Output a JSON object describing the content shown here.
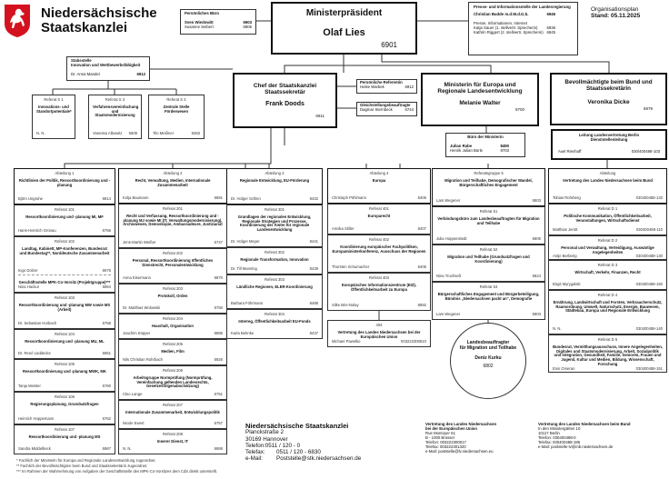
{
  "header": {
    "logo_line1": "Niedersächsische",
    "logo_line2": "Staatskanzlei",
    "plan_label": "Organisationsplan",
    "plan_date": "Stand: 05.11.2025"
  },
  "persoenliches_buero": {
    "title": "Persönliches Büro",
    "people": [
      {
        "name": "Sven Wiedowitt",
        "phone": "6903"
      },
      {
        "name": "Susanne Seibert",
        "phone": "6905"
      }
    ]
  },
  "mp": {
    "title": "Ministerpräsident",
    "name": "Olaf Lies",
    "phone": "6901"
  },
  "presse": {
    "title": "Presse- und Informationsstelle der Landesregierung",
    "head": "Christian Budde m.d.W.d.G.b.",
    "head_phone": "6946",
    "sub": "Presse, Informationen, Internet",
    "people": [
      {
        "name": "Katja Sauer (1. stellvertr. Sprecherin)",
        "phone": "6936"
      },
      {
        "name": "Kathrin Riggert (2. stellvertr. Sprecherin)",
        "phone": "6945"
      }
    ]
  },
  "stabsstelle": {
    "label": "Stabsstelle",
    "title": "Innovation und Wettbewerbsfähigkeit",
    "name": "Dr. Anna Mandel",
    "phone": "6912"
  },
  "stab_refs": [
    {
      "label": "Referat S 1",
      "title": "Innovations- und Standortpotentiale*",
      "name": "N. N.",
      "phone": ""
    },
    {
      "label": "Referat S 3",
      "title": "Verfahrensvereinfachung und Staatsmodernisierung",
      "name": "Vanessa Albowitz",
      "phone": "5608"
    },
    {
      "label": "Referat S 4",
      "title": "Zentrale Stelle Förderwesen",
      "name": "Tilo Meißner",
      "phone": "8483"
    }
  ],
  "chef": {
    "title1": "Chef der Staatskanzlei",
    "title2": "Staatssekretär",
    "name": "Frank Doods",
    "phone": "6911"
  },
  "referentin": {
    "title": "Persönliche Referentin",
    "name": "Heike Warbek",
    "phone": "6912"
  },
  "gleichstellung": {
    "title": "Gleichstellungsbeauftragte",
    "name": "Dagmar Sternbeck",
    "phone": "6744"
  },
  "ministerin": {
    "title1": "Ministerin für Europa und",
    "title2": "Regionale Landesentwicklung",
    "name": "Melanie Walter",
    "phone": "9700"
  },
  "buero_ministerin": {
    "title": "Büro der Ministerin",
    "people": [
      {
        "name": "Julian Rabe",
        "phone": "8490"
      },
      {
        "name": "Henrik Julian Bürle",
        "phone": "9703"
      }
    ]
  },
  "bevollmaechtigte": {
    "title1": "Bevollmächtigte beim Bund und",
    "title2": "Staatssekretärin",
    "name": "Veronika Dicke",
    "phone": "6979"
  },
  "leitung_berlin": {
    "title1": "Leitung Landesvertretung Berlin",
    "title2": "Dienststellenleitung",
    "name": "Axel Rienhoff",
    "phone": "030/400488-103"
  },
  "columns": [
    [
      {
        "label": "Abteilung 1",
        "title": "Richtlinien der Politik, Ressortkoordinierung und -planung",
        "name": "Björn Ungruhe",
        "phone": "6814"
      },
      {
        "label": "Referat 101",
        "title": "Ressortkoordinierung und -planung MI, MF",
        "name": "Hans-Heinrich Gronau",
        "phone": "6756"
      },
      {
        "label": "Referat 102",
        "title": "Landtag, Kabinett, MP-Konferenzen, Bundesrat und Bundestag**, Norddeutsche Zusammenarbeit",
        "name": "Ingo Dolzer",
        "phone": "6975",
        "sub": {
          "title": "Geschäftsstelle MPK-Co-Vorsitz (Projektgruppe)***",
          "name": "Nina Hackur",
          "phone": "6964"
        }
      },
      {
        "label": "Referat 103",
        "title": "Ressortkoordinierung und -planung MW sowie MS (Arbeit)",
        "name": "Dr. Sebastian Horbach",
        "phone": "6758"
      },
      {
        "label": "Referat 104",
        "title": "Ressortkoordinierung und -planung MU, ML",
        "name": "Dr. René Lüddecke",
        "phone": "6961"
      },
      {
        "label": "Referat 105",
        "title": "Ressortkoordinierung und -planung MWK, MK",
        "name": "Tanja Meister",
        "phone": "6760"
      },
      {
        "label": "Referat 106",
        "title": "Regierungsplanung, Grundsatzfragen",
        "name": "Heinrich Hoppemann",
        "phone": "6762"
      },
      {
        "label": "Referat 107",
        "title": "Ressortkoordinierung und -planung MS",
        "name": "Sandra Middelbeck",
        "phone": "6967"
      }
    ],
    [
      {
        "label": "Abteilung 2",
        "title": "Recht, Verwaltung, Medien, Internationale Zusammenarbeit",
        "name": "Kolja Baumann",
        "phone": "6881"
      },
      {
        "label": "Referat 201",
        "title": "Recht und Verfassung, Ressortkoordinierung und -planung MJ sowie MI (IT, Verwaltungsmodernisierung), Archivwesen, Demoskopie, Ambassadeure, Justiziariat",
        "name": "Jens-Martin Weißer",
        "phone": "6747"
      },
      {
        "label": "Referat 202",
        "title": "Personal, Ressortkoordinierung öffentliches Dienstrecht, Personalentwicklung",
        "name": "Anna Eisermann",
        "phone": "6870"
      },
      {
        "label": "Referat 203",
        "title": "Protokoll, Orden",
        "name": "Dr. Matthias Wolowski",
        "phone": "6750"
      },
      {
        "label": "Referat 204",
        "title": "Haushalt, Organisation",
        "name": "Joachim Köpper",
        "phone": "6886"
      },
      {
        "label": "Referat 205",
        "title": "Medien, Film",
        "name": "Nils Christian Rohrbach",
        "phone": "6926"
      },
      {
        "label": "Referat 206",
        "title": "Arbeitsgruppe Normprüfung (Normprüfung, Vereinfachung geltenden Landesrechts, Gesetzesfolgenabschätzung)",
        "name": "Cleo Lange",
        "phone": "6751"
      },
      {
        "label": "Referat 207",
        "title": "Internationale Zusammenarbeit, Entwicklungspolitik",
        "name": "Nicole Ewert",
        "phone": "6757"
      },
      {
        "label": "Referat 208",
        "title": "Innerer Dienst, IT",
        "name": "N. N.",
        "phone": "6886"
      }
    ],
    [
      {
        "label": "Abteilung 3",
        "title": "Regionale Entwicklung, EU-Förderung",
        "name": "Dr. Holger Schlen",
        "phone": "8432"
      },
      {
        "label": "Referat 301",
        "title": "Grundlagen der regionalen Entwicklung, Regionale Strategien und Prozesse, Koordinierung der Ämter für regionale Landesentwicklung",
        "name": "Dr. Holger Meyer",
        "phone": "8441"
      },
      {
        "label": "Referat 302",
        "title": "Regionale Transformation, Innovation",
        "name": "Dr. Till Manning",
        "phone": "8439"
      },
      {
        "label": "Referat 303",
        "title": "Ländliche Regionen, ELER-Koordinierung",
        "name": "Barbara Föhrmann",
        "phone": "8488"
      },
      {
        "label": "Referat 304",
        "title": "Interreg, Öffentlichkeitsarbeit EU-Fonds",
        "name": "Karla Behnke",
        "phone": "8437"
      }
    ],
    [
      {
        "label": "Abteilung 4",
        "title": "Europa",
        "name": "Christoph Pöhlmann",
        "phone": "8406"
      },
      {
        "label": "Referat 401",
        "title": "Europarecht",
        "name": "Annika Stiller",
        "phone": "8407"
      },
      {
        "label": "Referat 402",
        "title": "Koordinierung europäischer Fachpolitiken, Europaministerkonferenz, Ausschuss der Regionen",
        "name": "Thorsten Schumacher",
        "phone": "8405"
      },
      {
        "label": "Referat 403",
        "title": "Europäisches Informationszentrum (EIZ), Öffentlichkeitsarbeit zu Europa",
        "name": "Silke Bris-Nolay",
        "phone": "8882"
      }
    ],
    [
      {
        "label": "Referatsgruppe 5",
        "title": "Migration und Teilhabe, Demografischer Wandel, Bürgerschaftliches Engagement",
        "name": "Lars Wegener",
        "phone": "6803"
      },
      {
        "label": "Referat 51",
        "title": "Verbindungsbüro zum Landesbeauftragten für Migration und Teilhabe",
        "name": "Julia Hoppenstedt",
        "phone": "6806"
      },
      {
        "label": "Referat 52",
        "title": "Migration und Teilhabe (Grundsatzfragen und Koordinierung)",
        "name": "Nina Truchseß",
        "phone": "6824"
      },
      {
        "label": "Referat 53",
        "title": "Bürgerschaftliches Engagement und Bürgerbeteiligung, Bündnis „Niedersachsen packt an“, Demografie",
        "name": "Lars Wegener",
        "phone": "6803"
      }
    ],
    [
      {
        "label": "Abteilung",
        "title": "Vertretung des Landes Niedersachsen beim Bund",
        "name": "Tobias Rohrberg",
        "phone": "030400488-132"
      },
      {
        "label": "Referat D 1",
        "title": "Politische Kommunikation, Öffentlichkeitsarbeit, Veranstaltungen, Wirtschaftsdienst",
        "name": "Matthias Jerott",
        "phone": "030400488-110"
      },
      {
        "label": "Referat D 2",
        "title": "Personal und Verwaltung, Verteidigung, Auswärtige Angelegenheiten",
        "name": "Antje Berberig",
        "phone": "030400488-130"
      },
      {
        "label": "Referat D 3",
        "title": "Wirtschaft, Verkehr, Finanzen, Recht",
        "name": "Birgit Myrygalski",
        "phone": "030400488-150"
      },
      {
        "label": "Referat D 4",
        "title": "Ernährung, Landwirtschaft und Forsten, Verbraucherschutz, Raumordnung, Umwelt, Naturschutz, Energie, Bauwesen, Städtebau, Europa und Regionale Entwicklung",
        "name": "N. N.",
        "phone": "030400488-140"
      },
      {
        "label": "Referat D 5",
        "title": "Bundesrat, Vermittlungsausschuss, Innere Angelegenheiten, Digitales und Staatsmodernisierung, Arbeit, Sozialpolitik und Integration, Gesundheit, Familie, Senioren, Frauen und Jugend, Kultur und Medien, Bildung, Wissenschaft, Forschung",
        "name": "Enis Omeran",
        "phone": "030400488-151"
      }
    ]
  ],
  "ref404": {
    "label": "404",
    "title": "Vertretung des Landes Niedersachsen bei der Europäischen Union",
    "name": "Michael Pawelko",
    "phone": "003222300810"
  },
  "landesbeauftragter": {
    "title1": "Landesbeauftragter",
    "title2": "für Migration und Teilhabe",
    "name": "Deniz Kurku",
    "phone": "6802"
  },
  "footer": {
    "stk": {
      "name": "Niedersächsische Staatskanzlei",
      "street": "Planckstraße 2",
      "city": "30169 Hannover",
      "tel_label": "Telefon:",
      "tel": "0511 / 120 - 0",
      "fax_label": "Telefax:",
      "fax": "0511 / 120 - 6830",
      "mail_label": "e-Mail:",
      "mail": "Poststelle@stk.niedersachsen.de"
    },
    "bruessel": {
      "line1": "Vertretung des Landes Niedersachsen",
      "line2": "bei der Europäischen Union",
      "street": "Rue Montoyer 61",
      "city": "B - 1000 Brüssel",
      "tel": "Telefon: 003222300017",
      "fax": "Telefax: 003222301320",
      "mail": "e-Mail:   poststelle@lv.niedersachsen.eu"
    },
    "berlin": {
      "line1": "Vertretung des Landes Niedersachsen beim Bund",
      "street": "In den Ministergärten 10",
      "city": "10117 Berlin",
      "tel": "Telefon: 030400488-0",
      "fax": "Telefax: 030400488-186",
      "mail": "e-Mail:   poststelle-lv@mb.niedersachsen.de"
    },
    "notes": [
      "* Fachlich der Ministerin für Europa und Regionale Landesentwicklung zugeordnet.",
      "** Fachlich der Bevollmächtigten beim Bund und Staatssekretärin zugeordnet.",
      "*** Im Rahmen der Wahrnehmung von Aufgaben der Geschäftsstelle des MPK-Co-Vorsitzes dem CdS direkt unterstellt."
    ]
  }
}
